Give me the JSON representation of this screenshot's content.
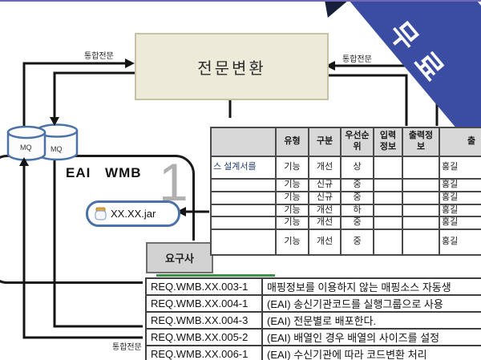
{
  "ribbon": {
    "label": "무료",
    "color": "#3b4da3"
  },
  "diagram": {
    "top_box": "전문변환",
    "flow_labels": {
      "top_left": "통합전문",
      "top_right": "통합전문",
      "bottom": "통합전문"
    },
    "queues": [
      "MQ",
      "MQ"
    ],
    "eai": {
      "title": "EAI WMB",
      "watermark": "1",
      "jar": "XX.XX.jar"
    }
  },
  "summary": {
    "headers": [
      "",
      "유형",
      "구분",
      "우선순위",
      "입력정보",
      "출력정보",
      "출"
    ],
    "fragment": "스 설계서를",
    "rows": [
      {
        "type": "기능",
        "category": "개선",
        "priority": "상",
        "input": "",
        "output": "",
        "owner": "홍길"
      },
      {
        "type": "기능",
        "category": "신규",
        "priority": "중",
        "input": "",
        "output": "",
        "owner": "홍길"
      },
      {
        "type": "기능",
        "category": "신규",
        "priority": "중",
        "input": "",
        "output": "",
        "owner": "홍길"
      },
      {
        "type": "기능",
        "category": "개선",
        "priority": "하",
        "input": "",
        "output": "",
        "owner": "홍길"
      },
      {
        "type": "기능",
        "category": "개선",
        "priority": "중",
        "input": "",
        "output": "",
        "owner": "홍길"
      },
      {
        "type": "기능",
        "category": "개선",
        "priority": "중",
        "input": "",
        "output": "",
        "owner": "홍길"
      }
    ]
  },
  "detail": {
    "header": "요구사",
    "rows": [
      {
        "id": "REQ.WMB.XX.003-1",
        "desc": "매핑정보를 이용하지 않는 매핑소스 자동생"
      },
      {
        "id": "REQ.WMB.XX.004-1",
        "desc": "(EAI) 송신기관코드를 실행그룹으로 사용"
      },
      {
        "id": "REQ.WMB.XX.004-3",
        "desc": "(EAI) 전문별로 배포한다."
      },
      {
        "id": "REQ.WMB.XX.005-2",
        "desc": "(EAI) 배열인 경우 배열의 사이즈를 설정"
      },
      {
        "id": "REQ.WMB.XX.006-1",
        "desc": "(EAI) 수신기관에 따라 코드변환 처리"
      }
    ]
  }
}
